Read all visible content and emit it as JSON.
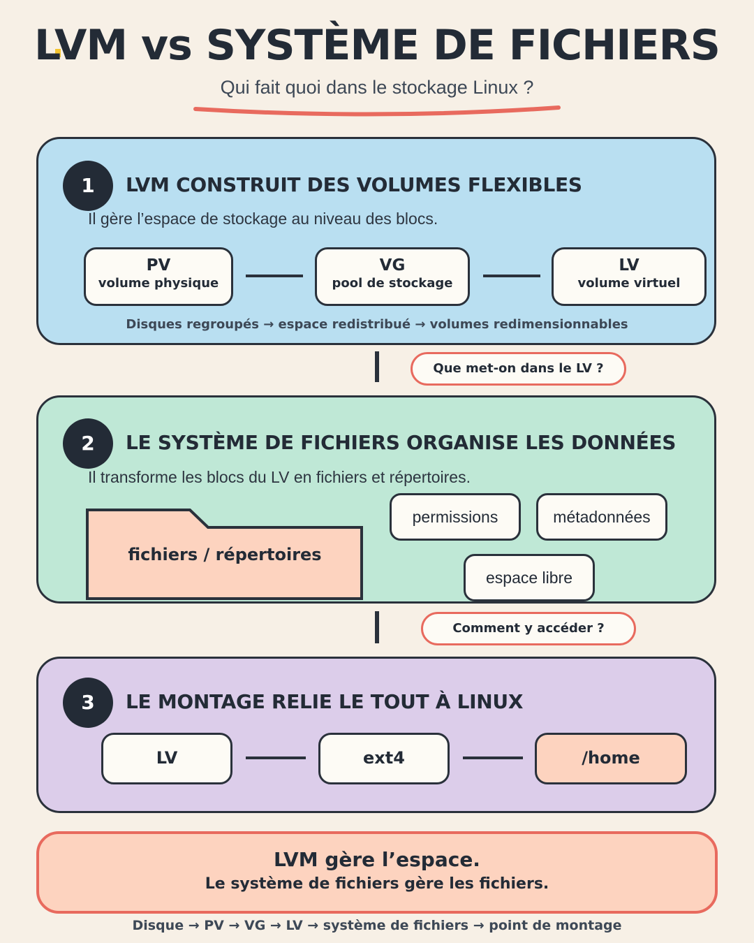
{
  "header": {
    "title_part1": "LVM vs ",
    "title_part2": "SYSTÈME DE FICHIERS",
    "subtitle": "Qui fait quoi dans le stockage Linux ?"
  },
  "section1": {
    "number": "1",
    "heading": "LVM CONSTRUIT DES VOLUMES FLEXIBLES",
    "description": "Il gère l’espace de stockage au niveau des blocs.",
    "boxes": [
      {
        "label": "PV",
        "sublabel": "volume physique"
      },
      {
        "label": "VG",
        "sublabel": "pool de stockage"
      },
      {
        "label": "LV",
        "sublabel": "volume virtuel"
      }
    ],
    "flow": "Disques regroupés → espace redistribué → volumes redimensionnables"
  },
  "connector1": {
    "question": "Que met-on dans le LV ?"
  },
  "section2": {
    "number": "2",
    "heading": "LE SYSTÈME DE FICHIERS ORGANISE LES DONNÉES",
    "description": "Il transforme les blocs du LV en fichiers et répertoires.",
    "folder_label": "fichiers / répertoires",
    "tags": [
      "permissions",
      "métadonnées",
      "espace libre"
    ]
  },
  "connector2": {
    "question": "Comment y accéder ?"
  },
  "section3": {
    "number": "3",
    "heading": "LE MONTAGE RELIE LE TOUT À LINUX",
    "boxes": [
      "LV",
      "ext4",
      "/home"
    ]
  },
  "summary": {
    "line1": "LVM gère l’espace.",
    "line2": "Le système de fichiers gère les fichiers."
  },
  "footer": "Disque → PV → VG → LV → système de fichiers → point de montage",
  "colors": {
    "ink": "#232b36",
    "background": "#f7f0e6",
    "panel1": "#b9dff1",
    "panel2": "#bfe8d6",
    "panel3": "#dccdea",
    "accent_coral": "#e86a5e",
    "peach": "#fdd3bf"
  }
}
